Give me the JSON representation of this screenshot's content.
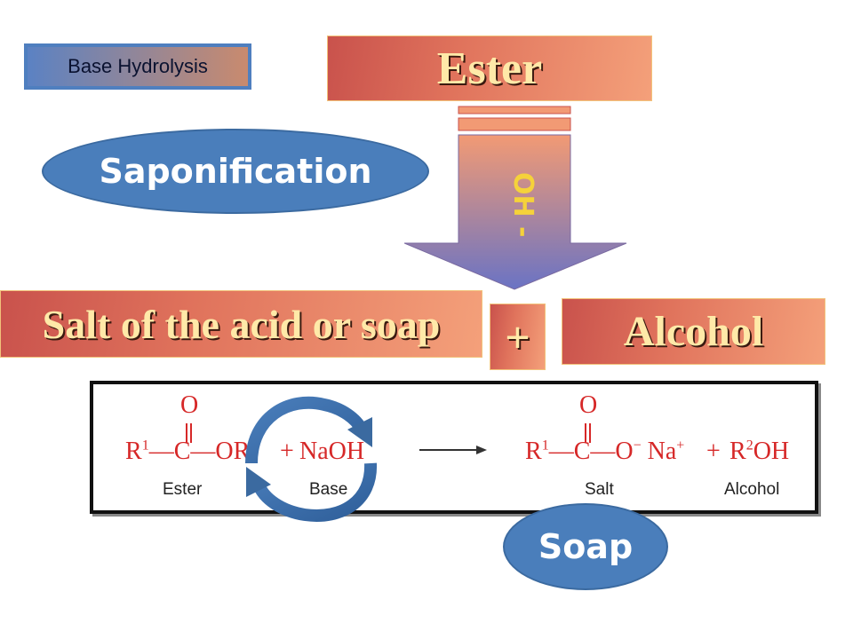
{
  "badge": {
    "label": "Base Hydrolysis"
  },
  "ester_box": {
    "label": "Ester"
  },
  "saponification": {
    "label": "Saponification"
  },
  "arrow": {
    "label": "OH -"
  },
  "salt_box": {
    "label": "Salt of the acid or soap"
  },
  "plus_box": {
    "label": "+"
  },
  "alcohol_box": {
    "label": "Alcohol"
  },
  "soap_bubble": {
    "label": "Soap"
  },
  "equation": {
    "carbonyl_o": "O",
    "reactant_r1": "R",
    "r1_sup": "1",
    "reactant_c": "—C—",
    "reactant_or": "OR",
    "r2_sup": "2",
    "plus1": "+",
    "base_formula": "NaOH",
    "product_r1": "R",
    "product_c": "—C—",
    "product_o": "O",
    "minus": "−",
    "na": "Na",
    "plus_charge": "+",
    "plus2": "+",
    "alcohol_r": "R",
    "alcohol_oh": "OH",
    "labels": {
      "ester": "Ester",
      "base": "Base",
      "salt": "Salt",
      "alcohol": "Alcohol"
    }
  },
  "colors": {
    "box_gradient_start": "#c9524c",
    "box_gradient_end": "#f4a07a",
    "box_text": "#ffe9a8",
    "ellipse": "#4a7ebb",
    "arrow_top": "#f29a74",
    "arrow_bottom": "#6a73c4",
    "equation_red": "#d62828"
  }
}
